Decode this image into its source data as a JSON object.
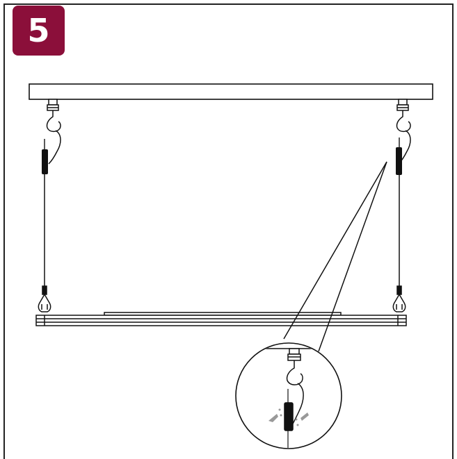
{
  "step": {
    "number": "5"
  },
  "colors": {
    "badge": "#8b0f3a",
    "line": "#111111",
    "frame": "#222222"
  },
  "illustration": {
    "subject": "hanging-screen-installation",
    "icons": [
      "ceiling-beam",
      "ceiling-hook",
      "cable-clamp",
      "suspension-cable",
      "carabiner",
      "screen-housing",
      "detail-magnifier"
    ]
  }
}
